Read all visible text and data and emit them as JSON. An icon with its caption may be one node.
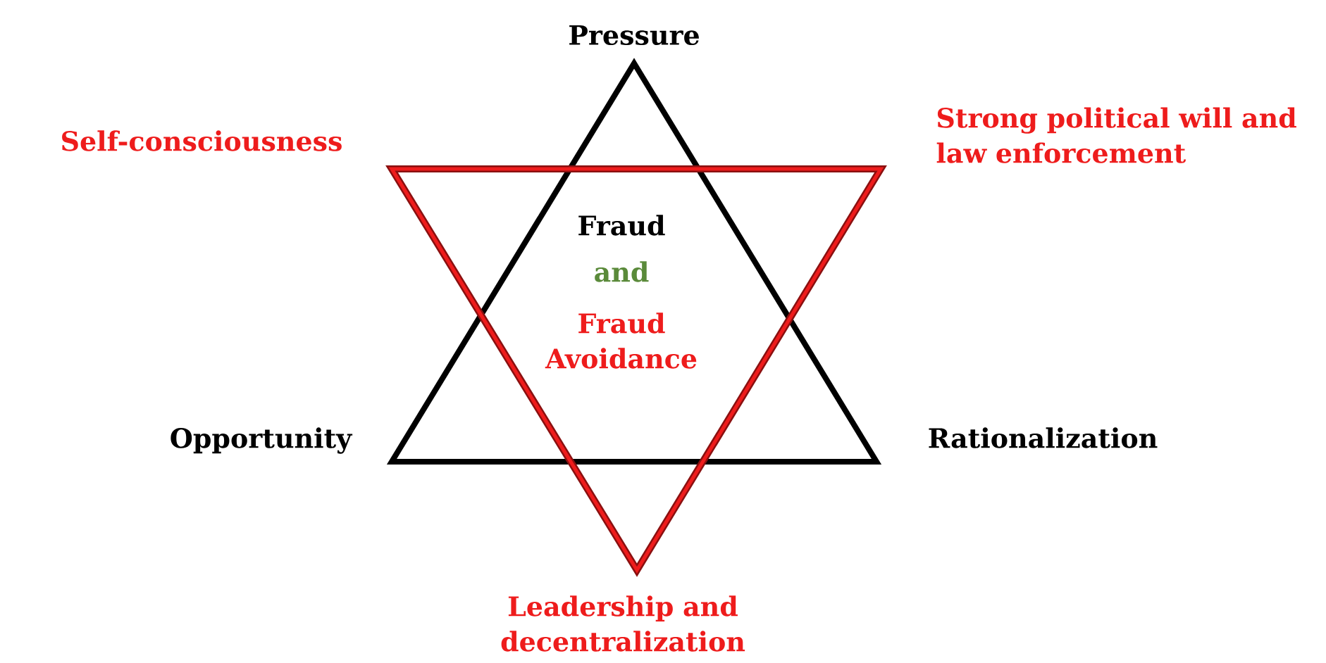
{
  "diagram": {
    "labels": [
      "Pressure",
      "Self-consciousness",
      "Strong political will and law enforcement",
      "Fraud",
      "and",
      "Fraud Avoidance",
      "Opportunity",
      "Rationalization",
      "Leadership and decentralization"
    ]
  }
}
